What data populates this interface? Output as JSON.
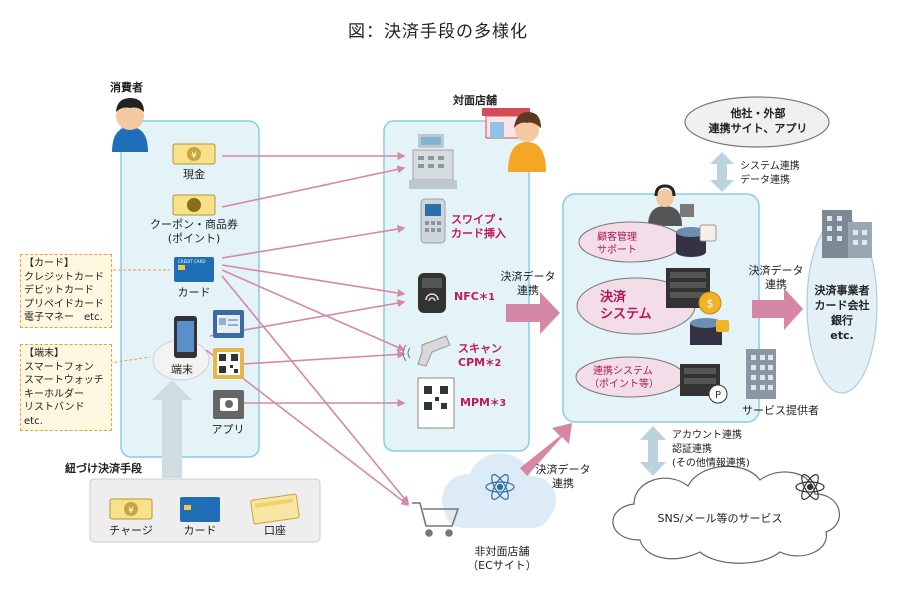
{
  "title": "図：決済手段の多様化",
  "consumer": {
    "label": "消費者",
    "cash": "現金",
    "coupon_l1": "クーポン・商品券",
    "coupon_l2": "(ポイント)",
    "card": "カード",
    "terminal": "端末",
    "app": "アプリ",
    "card_chip_text": "CREDIT CARD"
  },
  "card_note": [
    "【カード】",
    "クレジットカード",
    "デビットカード",
    "プリペイドカード",
    "電子マネー　etc."
  ],
  "terminal_note": [
    "【端末】",
    "スマートフォン",
    "スマートウォッチ",
    "キーホルダー",
    "リストバンド　etc."
  ],
  "linked": {
    "label": "紐づけ決済手段",
    "charge": "チャージ",
    "card": "カード",
    "account": "口座"
  },
  "store": {
    "label": "対面店舗",
    "swipe_l1": "スワイプ・",
    "swipe_l2": "カード挿入",
    "nfc": "NFC",
    "nfc_mark": "＊1",
    "scan_l1": "スキャン",
    "scan_l2": "CPM",
    "scan_mark": "＊2",
    "mpm": "MPM",
    "mpm_mark": "＊3"
  },
  "ec": {
    "label_l1": "非対面店舗",
    "label_l2": "（ECサイト）",
    "data_l1": "決済データ",
    "data_l2": "連携"
  },
  "flow_to_system": {
    "l1": "決済データ",
    "l2": "連携"
  },
  "system": {
    "crm_l1": "顧客管理",
    "crm_l2": "サポート",
    "payment_l1": "決済",
    "payment_l2": "システム",
    "link_l1": "連携システム",
    "link_l2": "（ポイント等）"
  },
  "other_sites": {
    "l1": "他社・外部",
    "l2": "連携サイト、アプリ"
  },
  "system_link": {
    "l1": "システム連携",
    "l2": "データ連携"
  },
  "flow_to_operator": {
    "l1": "決済データ",
    "l2": "連携"
  },
  "operators": {
    "l1": "決済事業者",
    "l2": "カード会社",
    "l3": "銀行",
    "l4": "etc."
  },
  "service_provider": "サービス提供者",
  "account_link": {
    "l1": "アカウント連携",
    "l2": "認証連携",
    "l3": "(その他情報連携)"
  },
  "sns": "SNS/メール等のサービス",
  "colors": {
    "panel_fill": "#e3f3f8",
    "panel_stroke": "#88cde0",
    "arrow": "#d687a6",
    "gray_arrow": "#c9d9df"
  }
}
